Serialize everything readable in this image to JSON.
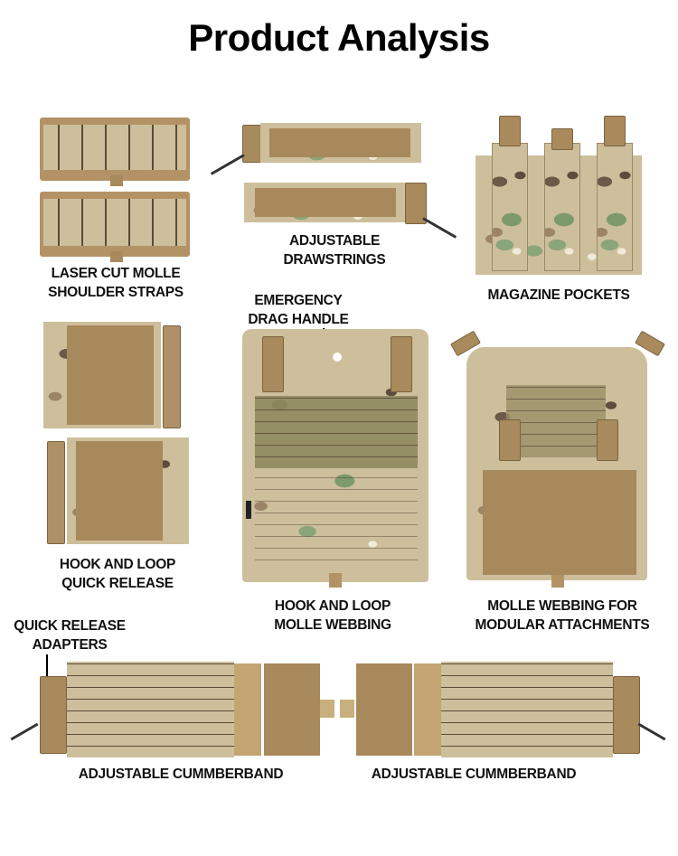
{
  "title": "Product Analysis",
  "labels": {
    "shoulder_straps": [
      "LASER CUT MOLLE",
      "SHOULDER STRAPS"
    ],
    "drawstrings": [
      "ADJUSTABLE",
      "DRAWSTRINGS"
    ],
    "magazine_pockets": "MAGAZINE POCKETS",
    "drag_handle": [
      "EMERGENCY",
      "DRAG HANDLE"
    ],
    "quick_release": [
      "HOOK AND LOOP",
      "QUICK RELEASE"
    ],
    "molle_webbing": [
      "HOOK AND LOOP",
      "MOLLE WEBBING"
    ],
    "modular": [
      "MOLLE WEBBING FOR",
      "MODULAR ATTACHMENTS"
    ],
    "adapters": [
      "QUICK RELEASE",
      "ADAPTERS"
    ],
    "cummerband_left": "ADJUSTABLE CUMMBERBAND",
    "cummerband_right": "ADJUSTABLE CUMMBERBAND"
  },
  "colors": {
    "camo_base": "#cdbf9c",
    "coyote": "#b39366",
    "text": "#111111"
  }
}
